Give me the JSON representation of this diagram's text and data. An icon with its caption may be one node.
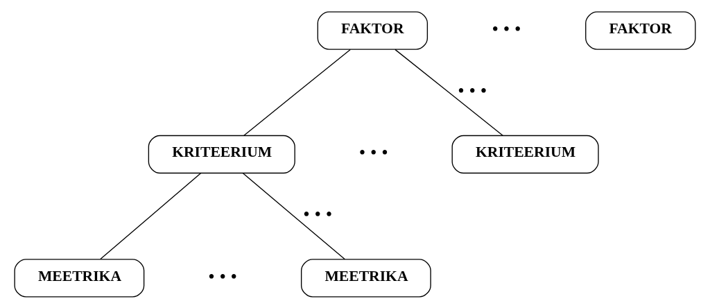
{
  "diagram": {
    "nodes": [
      {
        "text": [
          "FAKTOR"
        ]
      },
      {
        "text": [
          "FAKTOR"
        ]
      },
      {
        "text": [
          "KRITEERIUM"
        ]
      },
      {
        "text": [
          "KRITEERIUM"
        ]
      },
      {
        "text": [
          "MEETRIKA"
        ]
      },
      {
        "text": [
          "MEETRIKA"
        ]
      }
    ],
    "edges": [
      {
        "from": 0,
        "to": 2,
        "arrow": "none"
      },
      {
        "from": 0,
        "to": 3,
        "arrow": "none",
        "label": "• • •"
      },
      {
        "from": 2,
        "to": 4,
        "arrow": "none"
      },
      {
        "from": 2,
        "to": 5,
        "arrow": "none",
        "label": "• • •"
      }
    ],
    "labels": [
      "• • •",
      "• • •",
      "• • •"
    ]
  }
}
